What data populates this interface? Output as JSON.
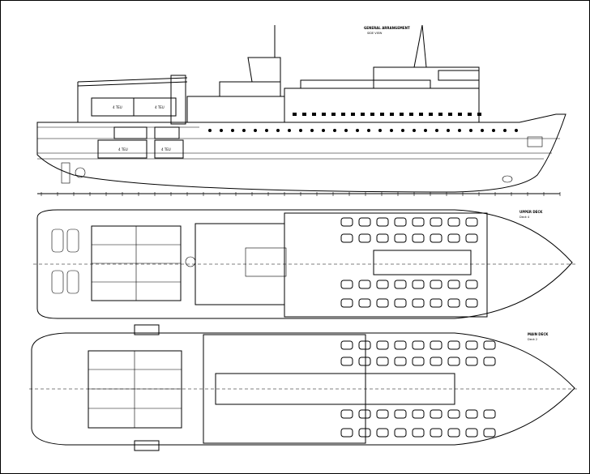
{
  "drawing": {
    "profile": {
      "title": "GENERAL ARRANGEMENT",
      "subtitle": "SIDE VIEW",
      "container_label": "4 TEU"
    },
    "upper_plan": {
      "title": "UPPER DECK",
      "subtitle": "Deck 4"
    },
    "lower_plan": {
      "title": "MAIN DECK",
      "subtitle": "Deck 2"
    }
  }
}
